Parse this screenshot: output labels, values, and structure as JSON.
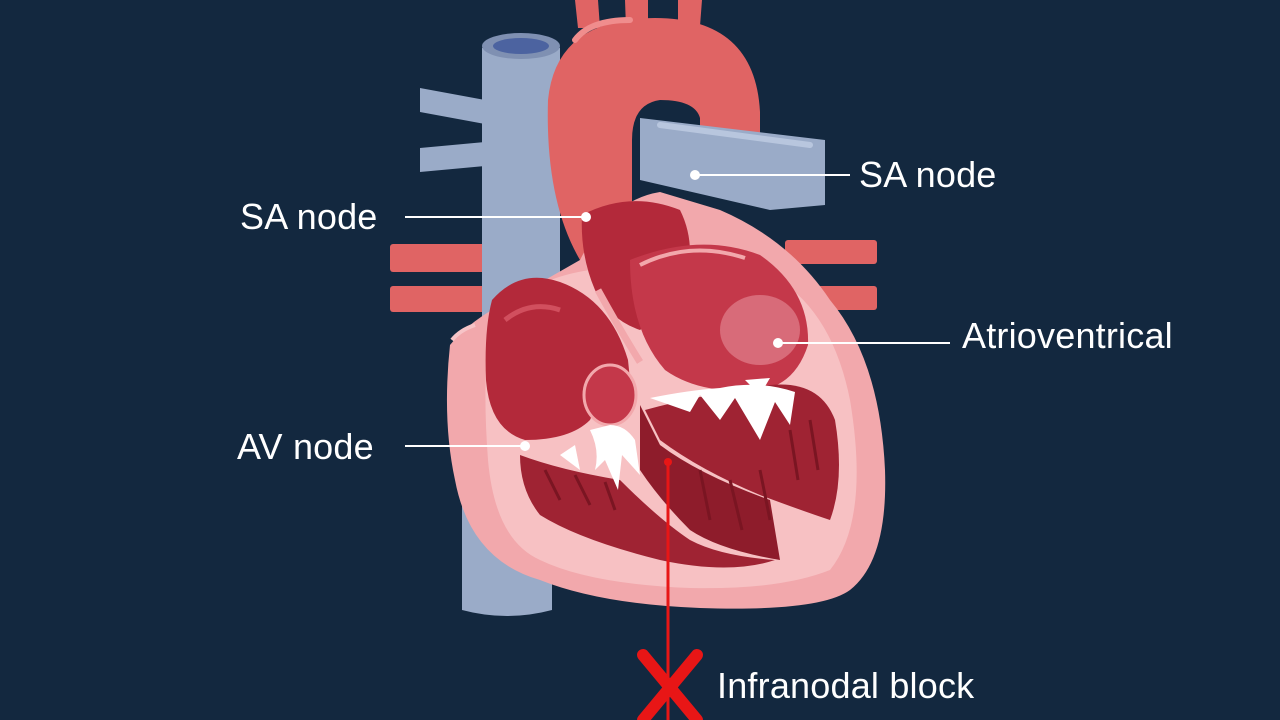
{
  "labels": {
    "sa_node_right": "SA node",
    "sa_node_left": "SA node",
    "atrioventricular": "Atrioventrical",
    "av_node": "AV node",
    "infranodal_block": "Infranodal block"
  },
  "colors": {
    "background": "#13283f",
    "vein": "#9aabc8",
    "aorta": "#e06464",
    "heart_wall": "#f2a8ac",
    "chamber": "#b3293a",
    "valve": "#ffffff",
    "block_marker": "#e81616",
    "leader_line": "#ffffff"
  },
  "icons": {
    "block_marker": "x-mark-icon"
  }
}
